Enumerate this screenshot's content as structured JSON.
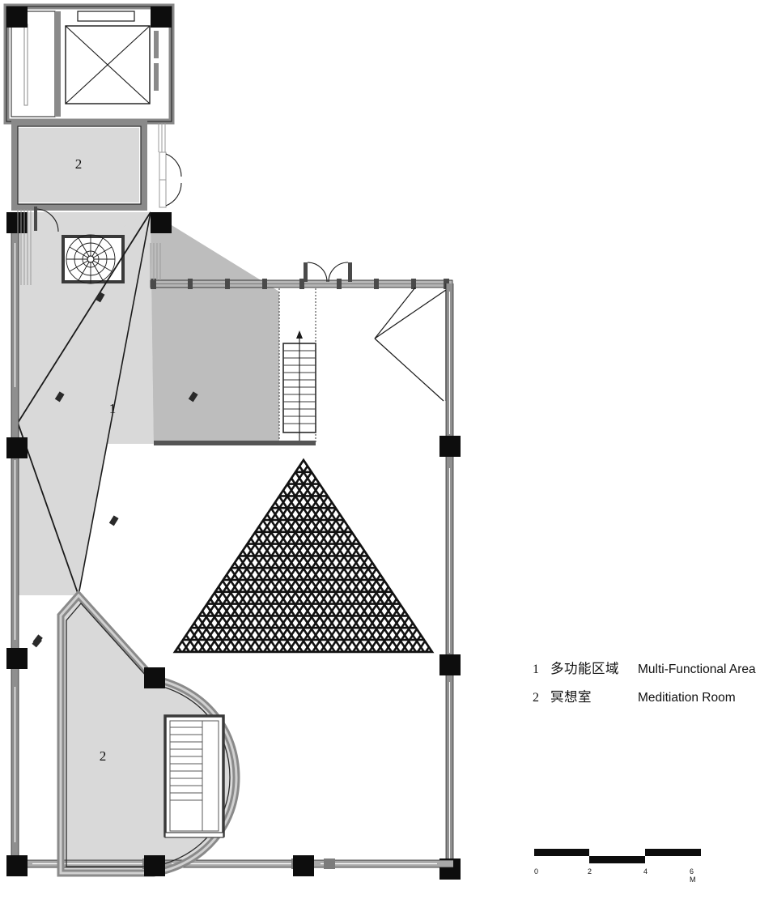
{
  "drawing": {
    "type": "architectural-floor-plan",
    "room_labels": [
      {
        "id": "1",
        "at": "main-hall",
        "text": "1"
      },
      {
        "id": "2",
        "at": "upper-left-room",
        "text": "2"
      },
      {
        "id": "2b",
        "at": "lower-left-room",
        "text": "2"
      }
    ]
  },
  "legend": {
    "entries": [
      {
        "number": "1",
        "chinese": "多功能区域",
        "english": "Multi-Functional Area"
      },
      {
        "number": "2",
        "chinese": "冥想室",
        "english": "Meditiation Room"
      }
    ]
  },
  "scalebar": {
    "ticks": [
      "0",
      "2",
      "4",
      "6 M"
    ],
    "unit": "M",
    "segments": 3,
    "total_meters": 6
  },
  "colors": {
    "room_fill_light": "#d9d9d9",
    "room_fill_mid": "#bdbdbd",
    "wall_gray": "#8a8a8a",
    "wall_dark": "#4a4a4a",
    "column_black": "#0d0d0d",
    "line": "#1a1a1a",
    "paper": "#ffffff"
  },
  "elements": {
    "elevator": "elevator-shaft-with-cross",
    "spiral_stair": "spiral-staircase",
    "straight_stair_main": "straight-run-stair-up",
    "straight_stair_meditation": "straight-run-stair",
    "truss": "triangular-space-frame-truss",
    "doors": "double-leaf-swing-doors",
    "partition": "folding-partition",
    "curtain_wall": "mullioned-curtain-wall"
  }
}
